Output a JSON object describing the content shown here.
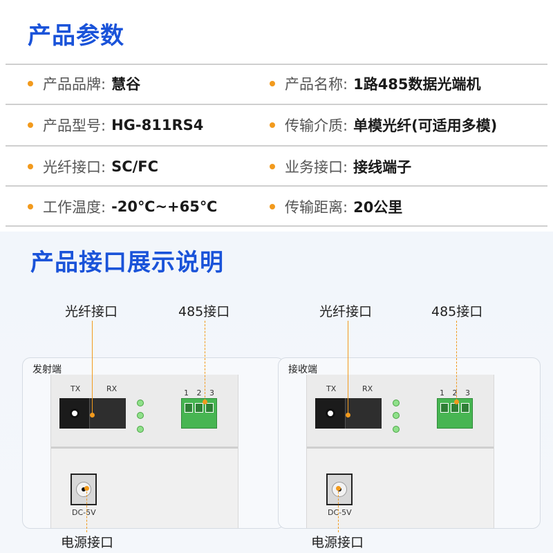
{
  "section1": {
    "title": "产品参数"
  },
  "params": [
    {
      "label": "产品品牌:",
      "value": "慧谷"
    },
    {
      "label": "产品名称:",
      "value": "1路485数据光端机"
    },
    {
      "label": "产品型号:",
      "value": "HG-811RS4"
    },
    {
      "label": "传输介质:",
      "value": "单模光纤(可适用多模)"
    },
    {
      "label": "光纤接口:",
      "value": "SC/FC"
    },
    {
      "label": "业务接口:",
      "value": "接线端子"
    },
    {
      "label": "工作温度:",
      "value": "-20℃~+65℃"
    },
    {
      "label": "传输距离:",
      "value": "20公里"
    }
  ],
  "section2": {
    "title": "产品接口展示说明"
  },
  "left_card": {
    "label": "发射端",
    "fiber_callout": "光纤接口",
    "rs485_callout": "485接口",
    "power_callout": "电源接口",
    "tx": "TX",
    "rx": "RX",
    "terminal_numbers": "1 2 3",
    "dc_label": "DC-5V"
  },
  "right_card": {
    "label": "接收端",
    "fiber_callout": "光纤接口",
    "rs485_callout": "485接口",
    "power_callout": "电源接口",
    "tx": "TX",
    "rx": "RX",
    "terminal_numbers": "1 2 3",
    "dc_label": "DC-5V"
  },
  "colors": {
    "title_blue": "#1a53d9",
    "accent_orange": "#f29a1d",
    "terminal_green": "#47b552"
  }
}
